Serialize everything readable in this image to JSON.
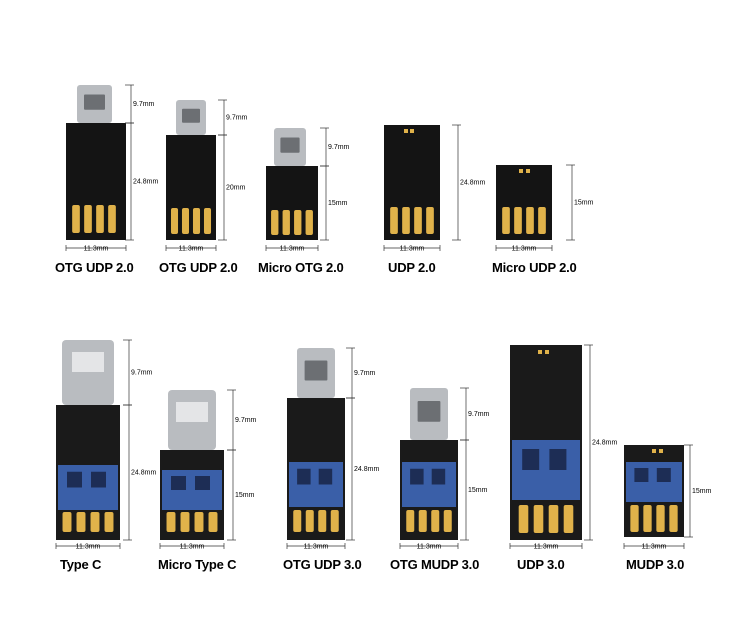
{
  "products": [
    {
      "label": "OTG  UDP 2.0",
      "width_dim": "11.3mm",
      "dims": [
        "9.7mm",
        "24.8mm"
      ]
    },
    {
      "label": "OTG  UDP 2.0",
      "width_dim": "11.3mm",
      "dims": [
        "9.7mm",
        "20mm"
      ]
    },
    {
      "label": "Micro OTG 2.0",
      "width_dim": "11.3mm",
      "dims": [
        "9.7mm",
        "15mm"
      ]
    },
    {
      "label": "UDP 2.0",
      "width_dim": "11.3mm",
      "dims": [
        "24.8mm"
      ]
    },
    {
      "label": "Micro UDP 2.0",
      "width_dim": "11.3mm",
      "dims": [
        "15mm"
      ]
    },
    {
      "label": "Type C",
      "width_dim": "11.3mm",
      "dims": [
        "9.7mm",
        "24.8mm"
      ]
    },
    {
      "label": "Micro Type C",
      "width_dim": "11.3mm",
      "dims": [
        "9.7mm",
        "15mm"
      ]
    },
    {
      "label": "OTG UDP 3.0",
      "width_dim": "11.3mm",
      "dims": [
        "9.7mm",
        "24.8mm"
      ]
    },
    {
      "label": "OTG MUDP 3.0",
      "width_dim": "11.3mm",
      "dims": [
        "9.7mm",
        "15mm"
      ]
    },
    {
      "label": "UDP 3.0",
      "width_dim": "11.3mm",
      "dims": [
        "24.8mm"
      ]
    },
    {
      "label": "MUDP 3.0",
      "width_dim": "11.3mm",
      "dims": [
        "15mm"
      ]
    }
  ],
  "colors": {
    "pcb_black": "#141414",
    "pcb_blue": "#3a5fa8",
    "gold": "#e0b24a",
    "metal": "#b9bcc0"
  }
}
